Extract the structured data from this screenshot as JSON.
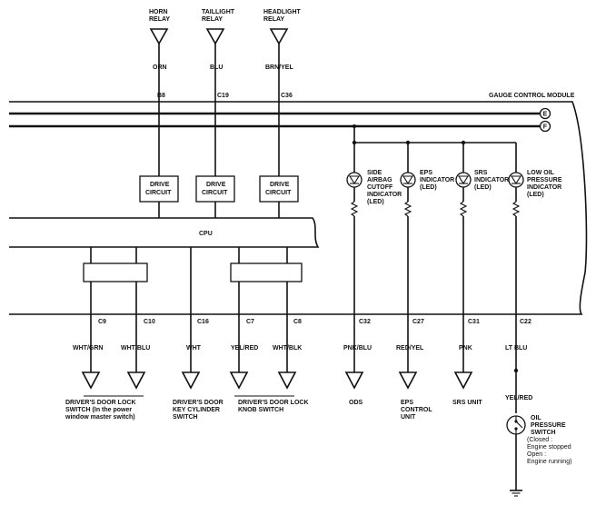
{
  "module_label": "GAUGE CONTROL MODULE",
  "bus_labels": {
    "e": "E",
    "f": "F"
  },
  "relays": {
    "horn": {
      "l1": "HORN",
      "l2": "RELAY",
      "wire": "ORN",
      "pin": "B8"
    },
    "taillight": {
      "l1": "TAILLIGHT",
      "l2": "RELAY",
      "wire": "BLU",
      "pin": "C19"
    },
    "headlight": {
      "l1": "HEADLIGHT",
      "l2": "RELAY",
      "wire": "BRN/YEL",
      "pin": "C36"
    }
  },
  "drive_circuit": {
    "l1": "DRIVE",
    "l2": "CIRCUIT"
  },
  "cpu_label": "CPU",
  "indicators": {
    "side_airbag": [
      "SIDE",
      "AIRBAG",
      "CUTOFF",
      "INDICATOR",
      "(LED)"
    ],
    "eps": [
      "EPS",
      "INDICATOR",
      "(LED)"
    ],
    "srs": [
      "SRS",
      "INDICATOR",
      "(LED)"
    ],
    "low_oil": [
      "LOW OIL",
      "PRESSURE",
      "INDICATOR",
      "(LED)"
    ]
  },
  "bottom_pins": {
    "c9": {
      "pin": "C9",
      "wire": "WHT/GRN"
    },
    "c10": {
      "pin": "C10",
      "wire": "WHT/BLU"
    },
    "c16": {
      "pin": "C16",
      "wire": "WHT"
    },
    "c7": {
      "pin": "C7",
      "wire": "YEL/RED"
    },
    "c8": {
      "pin": "C8",
      "wire": "WHT/BLK"
    },
    "c32": {
      "pin": "C32",
      "wire": "PNK/BLU"
    },
    "c27": {
      "pin": "C27",
      "wire": "RED/YEL"
    },
    "c31": {
      "pin": "C31",
      "wire": "PNK"
    },
    "c22": {
      "pin": "C22",
      "wire": "LT BLU"
    }
  },
  "destinations": {
    "door_lock_switch": [
      "DRIVER'S DOOR LOCK",
      "SWITCH (In the power",
      "window master switch)"
    ],
    "key_cylinder": [
      "DRIVER'S DOOR",
      "KEY CYLINDER",
      "SWITCH"
    ],
    "knob_switch": [
      "DRIVER'S DOOR LOCK",
      "KNOB SWITCH"
    ],
    "ods": [
      "ODS"
    ],
    "eps_unit": [
      "EPS",
      "CONTROL",
      "UNIT"
    ],
    "srs_unit": [
      "SRS UNIT"
    ]
  },
  "oil_switch": {
    "wire": "YEL/RED",
    "lines": [
      "OIL",
      "PRESSURE",
      "SWITCH",
      "(Closed :",
      "Engine stopped",
      "Open :",
      "Engine running)"
    ]
  }
}
